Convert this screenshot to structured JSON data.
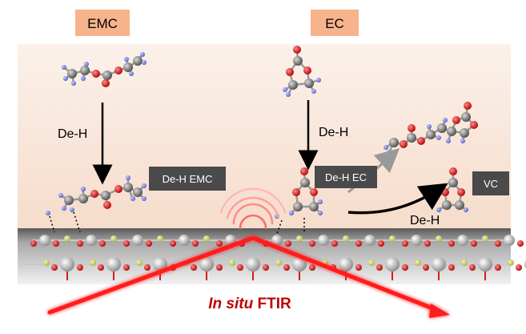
{
  "labels": {
    "emc": "EMC",
    "ec": "EC",
    "deh_left": "De-H",
    "deh_mid": "De-H",
    "deh_right": "De-H",
    "box_deh_emc": "De-H EMC",
    "box_deh_ec": "De-H EC",
    "box_vc": "VC",
    "ftir_italic": "In situ",
    "ftir_plain": " FTIR"
  },
  "colors": {
    "title_box": "#f6b38c",
    "dark_box": "#4a4a4a",
    "carbon": "#6b6b6b",
    "oxygen": "#d21e1e",
    "hydrogen": "#6b78d8",
    "ir_beam": "#ff1a1a",
    "ftir_text": "#c00000",
    "substrate": "#8c8c8c"
  }
}
